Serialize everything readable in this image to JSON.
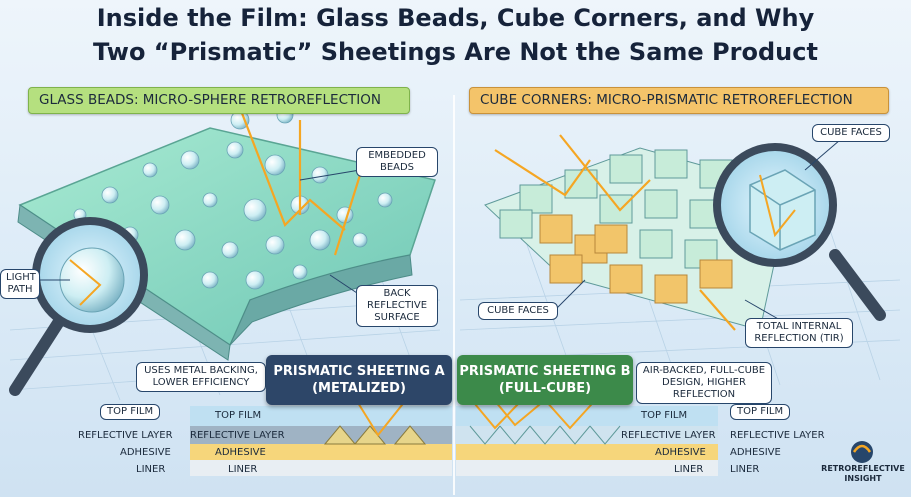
{
  "title": {
    "line1": "Inside the Film: Glass Beads, Cube Corners, and Why",
    "line2": "Two “Prismatic” Sheetings Are Not the Same Product"
  },
  "left_panel": {
    "header": "GLASS BEADS: MICRO-SPHERE RETROREFLECTION",
    "callout_embedded": "EMBEDDED BEADS",
    "callout_light_path": "LIGHT PATH",
    "callout_back_surface": "BACK REFLECTIVE SURFACE"
  },
  "right_panel": {
    "header": "CUBE CORNERS: MICRO-PRISMATIC RETROREFLECTION",
    "callout_cube_faces_top": "CUBE FACES",
    "callout_cube_faces_bottom": "CUBE FACES",
    "callout_tir": "TOTAL INTERNAL REFLECTION (TIR)"
  },
  "comparison": {
    "sheet_a_title": "PRISMATIC SHEETING A",
    "sheet_a_sub": "(METALIZED)",
    "sheet_a_note": "USES METAL BACKING, LOWER EFFICIENCY",
    "sheet_b_title": "PRISMATIC SHEETING B",
    "sheet_b_sub": "(FULL-CUBE)",
    "sheet_b_note": "AIR-BACKED, FULL-CUBE DESIGN, HIGHER REFLECTION"
  },
  "layers_left": {
    "outer": [
      "TOP FILM",
      "REFLECTIVE LAYER",
      "ADHESIVE",
      "LINER"
    ],
    "inner": [
      "TOP FILM",
      "REFLECTIVE LAYER",
      "ADHESIVE",
      "LINER"
    ]
  },
  "layers_right": {
    "outer": [
      "TOP FILM",
      "REFLECTIVE LAYER",
      "ADHESIVE",
      "LINER"
    ],
    "inner": [
      "TOP FILM",
      "REFLECTIVE LAYER",
      "ADHESIVE",
      "LINER"
    ]
  },
  "brand": {
    "line1": "RETROREFLECTIVE",
    "line2": "INSIGHT"
  },
  "colors": {
    "bead_panel": "#8fdcc0",
    "cube_light": "#c7ecd9",
    "cube_gold": "#f2c56a",
    "ray": "#f5a623",
    "navy": "#27466b"
  }
}
